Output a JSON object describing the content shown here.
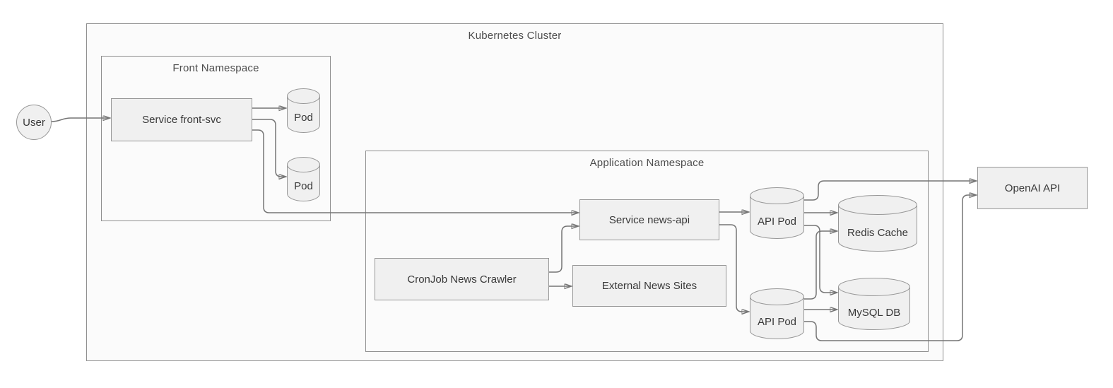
{
  "diagram": {
    "containers": {
      "cluster": {
        "label": "Kubernetes Cluster"
      },
      "front": {
        "label": "Front Namespace"
      },
      "app": {
        "label": "Application Namespace"
      }
    },
    "nodes": {
      "user": {
        "label": "User",
        "shape": "ellipse"
      },
      "front_svc": {
        "label": "Service front-svc",
        "shape": "rectangle"
      },
      "front_pod1": {
        "label": "Pod",
        "shape": "cylinder"
      },
      "front_pod2": {
        "label": "Pod",
        "shape": "cylinder"
      },
      "news_api": {
        "label": "Service news-api",
        "shape": "rectangle"
      },
      "cron_job": {
        "label": "CronJob News Crawler",
        "shape": "rectangle"
      },
      "external_sites": {
        "label": "External News Sites",
        "shape": "rectangle"
      },
      "api_pod1": {
        "label": "API Pod",
        "shape": "cylinder"
      },
      "api_pod2": {
        "label": "API Pod",
        "shape": "cylinder"
      },
      "redis": {
        "label": "Redis Cache",
        "shape": "cylinder"
      },
      "mysql": {
        "label": "MySQL DB",
        "shape": "cylinder"
      },
      "openai": {
        "label": "OpenAI API",
        "shape": "rectangle"
      }
    },
    "edges": [
      {
        "from": "User",
        "to": "Service front-svc"
      },
      {
        "from": "Service front-svc",
        "to": "Pod (top)"
      },
      {
        "from": "Service front-svc",
        "to": "Pod (bottom)"
      },
      {
        "from": "Service front-svc",
        "to": "Service news-api"
      },
      {
        "from": "CronJob News Crawler",
        "to": "Service news-api"
      },
      {
        "from": "CronJob News Crawler",
        "to": "External News Sites"
      },
      {
        "from": "Service news-api",
        "to": "API Pod (top)"
      },
      {
        "from": "Service news-api",
        "to": "API Pod (bottom)"
      },
      {
        "from": "API Pod (top)",
        "to": "Redis Cache"
      },
      {
        "from": "API Pod (top)",
        "to": "MySQL DB"
      },
      {
        "from": "API Pod (bottom)",
        "to": "Redis Cache"
      },
      {
        "from": "API Pod (bottom)",
        "to": "MySQL DB"
      },
      {
        "from": "API Pod (top)",
        "to": "OpenAI API"
      },
      {
        "from": "API Pod (bottom)",
        "to": "OpenAI API"
      }
    ],
    "colors": {
      "node_fill": "#f0f0f0",
      "node_border": "#979797",
      "container_fill": "#fbfbfb",
      "container_border": "#8f8f8f",
      "edge": "#757575",
      "arrowhead": "#666666",
      "node_text": "#383838",
      "container_text": "#4d4d4d",
      "background": "#ffffff"
    }
  }
}
